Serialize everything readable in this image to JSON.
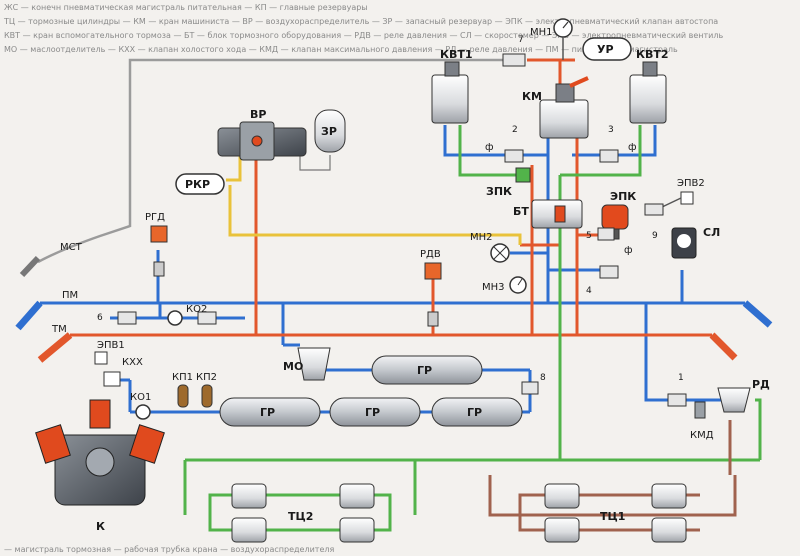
{
  "header_lines": [
    "ЖС — конечн пневматическая магистраль питательная — КП — главные резервуары",
    "ТЦ — тормозные цилиндры — КМ — кран машиниста — ВР — воздухораспределитель — ЗР — запасный резервуар — ЭПК — электропневматический клапан автостопа",
    "КВТ — кран вспомогательного тормоза — БТ — блок тормозного оборудования — РДВ — реле давления — СЛ — скоростемер — ЭПВ — электропневматический вентиль",
    "МО — маслоотделитель — КХХ — клапан холостого хода — КМД — клапан максимального давления — РД — реле давления — ПМ — питательная магистраль"
  ],
  "footer_text": "— магистраль тормозная  — рабочая трубка крана — воздухораспределителя",
  "labels": {
    "MN1": "МН1",
    "UR": "УР",
    "KVT1": "КВТ1",
    "KVT2": "КВТ2",
    "KM": "КМ",
    "VR": "ВР",
    "ZR": "ЗР",
    "RKR": "РКР",
    "RGD": "РГД",
    "MST": "МСТ",
    "PM": "ПМ",
    "TM": "ТМ",
    "ZPK": "ЗПК",
    "BT": "БТ",
    "EPK": "ЭПК",
    "EPV2": "ЭПВ2",
    "SL": "СЛ",
    "MN2": "МН2",
    "MN3": "МН3",
    "RDV": "РДВ",
    "KO2": "КО2",
    "EPV1": "ЭПВ1",
    "KXX": "КХХ",
    "KO1": "КО1",
    "KP1": "КП1",
    "KP2": "КП2",
    "MO": "МО",
    "GR": "ГР",
    "RD": "РД",
    "KMD": "КМД",
    "K": "К",
    "TC2": "ТЦ2",
    "TC1": "ТЦ1",
    "F": "ф"
  },
  "numbers": {
    "n1": "1",
    "n2": "2",
    "n3": "3",
    "n4": "4",
    "n5": "5",
    "n6": "6",
    "n7": "7",
    "n8": "8",
    "n9": "9"
  },
  "colors": {
    "blue_line": "#2f6fd0",
    "red_line": "#e2572c",
    "green_line": "#52b34a",
    "yellow_line": "#e9c23a",
    "gray_line": "#9b9b9b",
    "brown_line": "#a0624e",
    "tank": "#cfd2d6",
    "valve_red": "#e04a1e",
    "epk_red": "#e24a1d"
  }
}
